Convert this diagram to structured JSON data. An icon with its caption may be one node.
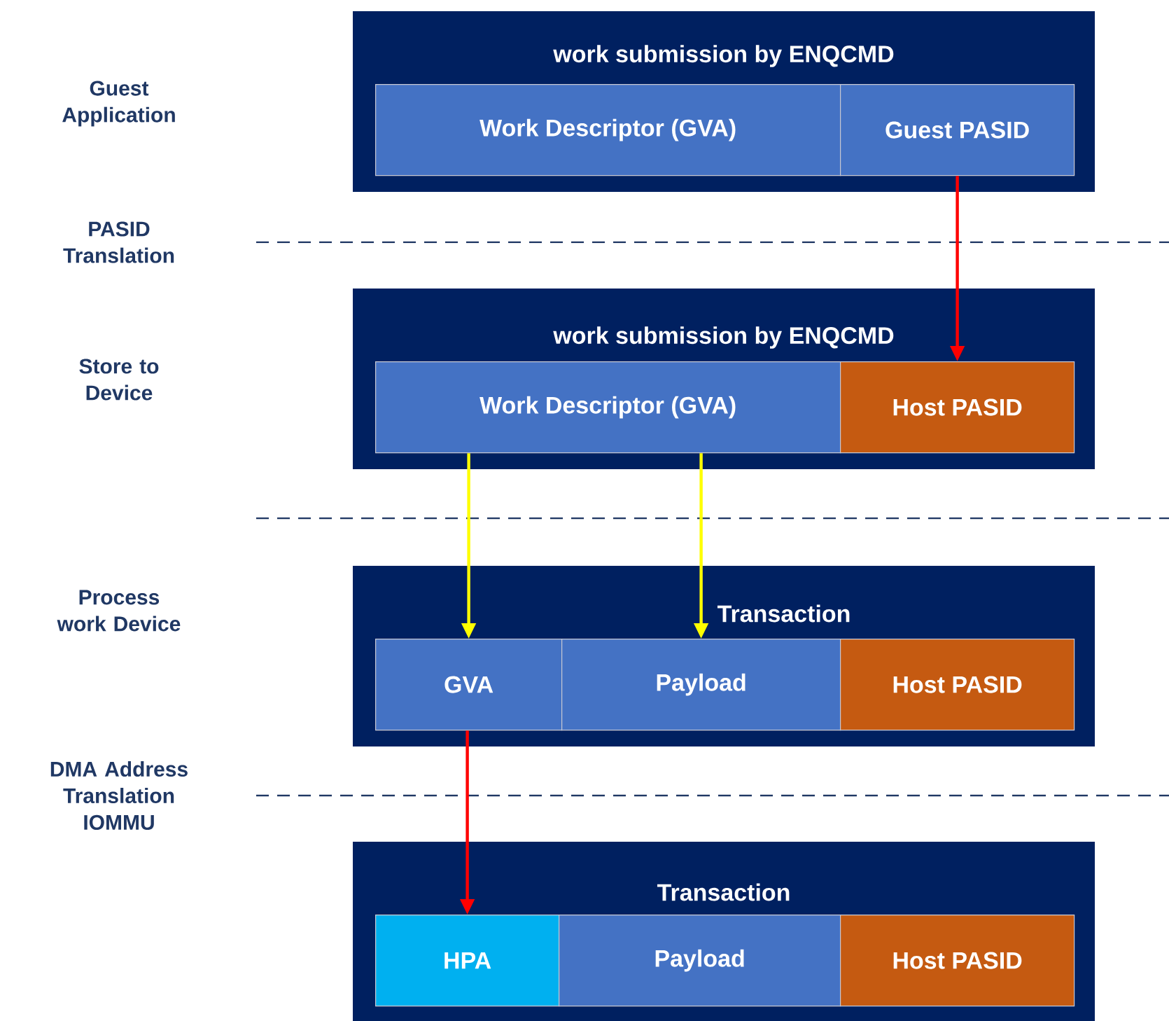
{
  "diagram": {
    "nodes": [
      {
        "text": [
          "work submission by ENQCMD"
        ]
      },
      {
        "text": [
          "Work Descriptor (GVA)"
        ],
        "in": 0
      },
      {
        "text": [
          "Guest PASID"
        ],
        "in": 0
      },
      {
        "text": [
          "work submission by ENQCMD"
        ]
      },
      {
        "text": [
          "Work Descriptor (GVA)"
        ],
        "in": 3
      },
      {
        "text": [
          "Host PASID"
        ],
        "in": 3
      },
      {
        "text": [
          "Transaction"
        ]
      },
      {
        "text": [
          "GVA"
        ],
        "in": 6
      },
      {
        "text": [
          "Payload"
        ],
        "in": 6
      },
      {
        "text": [
          "Host PASID"
        ],
        "in": 6
      },
      {
        "text": [
          "Transaction"
        ]
      },
      {
        "text": [
          "HPA"
        ],
        "in": 10
      },
      {
        "text": [
          "Payload"
        ],
        "in": 10
      },
      {
        "text": [
          "Host PASID"
        ],
        "in": 10
      }
    ],
    "edges": [
      {
        "from": 2,
        "to": 5,
        "arrow": "to",
        "color": "#ff0000"
      },
      {
        "from": 4,
        "to": 7,
        "arrow": "to",
        "color": "#ffff00"
      },
      {
        "from": 4,
        "to": 8,
        "arrow": "to",
        "color": "#ffff00"
      },
      {
        "from": 7,
        "to": 11,
        "arrow": "to",
        "color": "#ff0000"
      }
    ],
    "labels": [
      "Guest Application",
      "PASID Translation",
      "Store to Device",
      "Process work Device",
      "DMA Address Translation IOMMU"
    ]
  }
}
